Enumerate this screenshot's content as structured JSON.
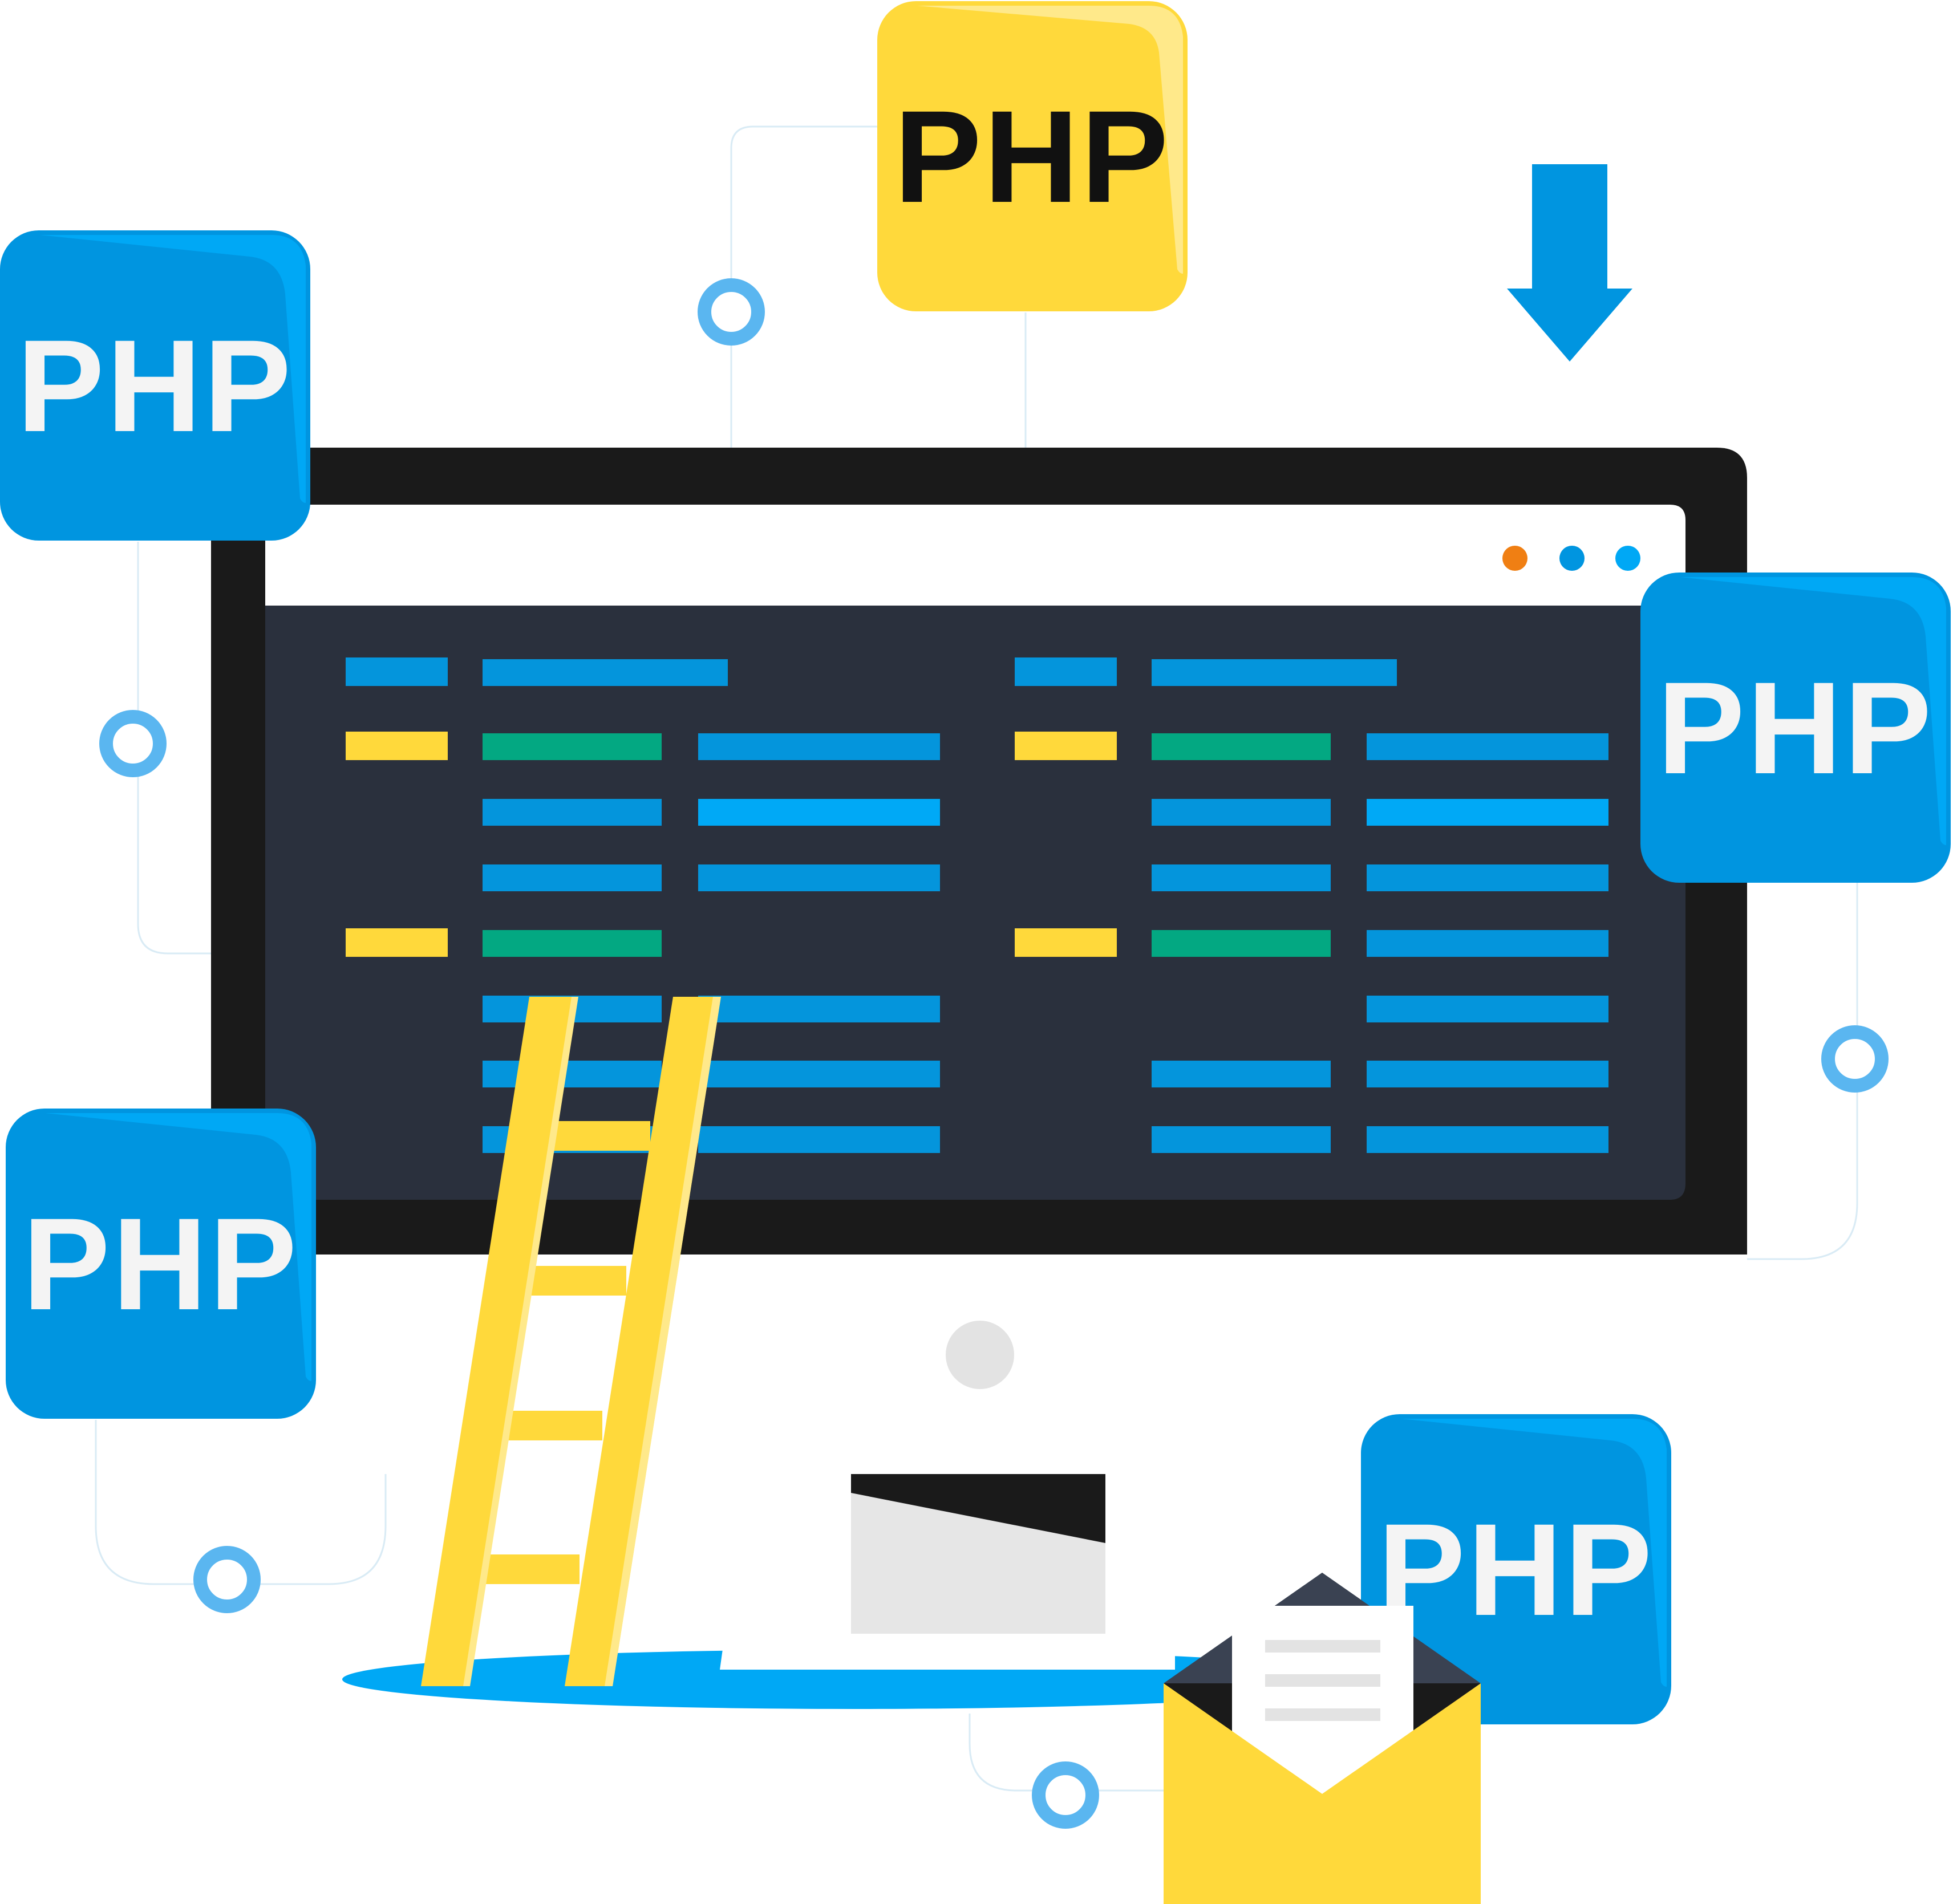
{
  "tiles": [
    {
      "id": "top",
      "label": "PHP",
      "variant": "yellow"
    },
    {
      "id": "left-upper",
      "label": "PHP",
      "variant": "blue"
    },
    {
      "id": "right",
      "label": "PHP",
      "variant": "blue"
    },
    {
      "id": "left-lower",
      "label": "PHP",
      "variant": "blue"
    },
    {
      "id": "bottom-right",
      "label": "PHP",
      "variant": "blue"
    }
  ],
  "browser": {
    "window_dots": [
      "orange-dot",
      "blue-dot",
      "light-blue-dot"
    ]
  },
  "icons": [
    "download-arrow-icon",
    "ladder-icon",
    "envelope-icon",
    "document-icon"
  ],
  "colors": {
    "tile_blue": "#0095e0",
    "tile_blue_light": "#00a8f5",
    "tile_yellow": "#ffd93b",
    "monitor_frame": "#1a1a1a",
    "screen_background": "#2a303d",
    "code_blue": "#0495dc",
    "code_light_blue": "#00a9f6",
    "code_yellow": "#ffd93b",
    "code_green": "#03a882",
    "connector_ring": "#5ab6f0",
    "dot_orange": "#f07f13"
  }
}
